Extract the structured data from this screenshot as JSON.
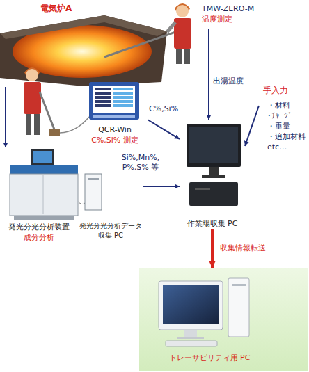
{
  "diagram": {
    "nodes": [
      {
        "text": [
          "電気炉A"
        ]
      },
      {
        "text": [
          "TMW-ZERO-M",
          "温度測定"
        ]
      },
      {
        "text": [
          "QCR-Win",
          "C%,Si% 測定"
        ]
      },
      {
        "text": [
          "手入力",
          "・材料",
          "・ﾁｬｰｼﾞ",
          "・重量",
          "・追加材料",
          "etc…"
        ]
      },
      {
        "text": [
          "発光分光分析装置",
          "成分分析"
        ]
      },
      {
        "text": [
          "発光分光分析データ 収集 PC"
        ]
      },
      {
        "text": [
          "作業場収集 PC"
        ]
      },
      {
        "text": [
          "トレーサビリティ用 PC"
        ]
      }
    ],
    "edges": [
      {
        "from": 1,
        "to": 6,
        "arrow": "to",
        "label": "出湯温度"
      },
      {
        "from": 2,
        "to": 6,
        "arrow": "to",
        "label": "C%,Si%"
      },
      {
        "from": 0,
        "to": 4,
        "arrow": "to"
      },
      {
        "from": 3,
        "to": 6,
        "arrow": "to"
      },
      {
        "from": 5,
        "to": 6,
        "arrow": "to",
        "label": "Si%,Mn%, P%,S% 等"
      },
      {
        "from": 6,
        "to": 7,
        "arrow": "to",
        "label": "収集情報転送"
      }
    ]
  }
}
